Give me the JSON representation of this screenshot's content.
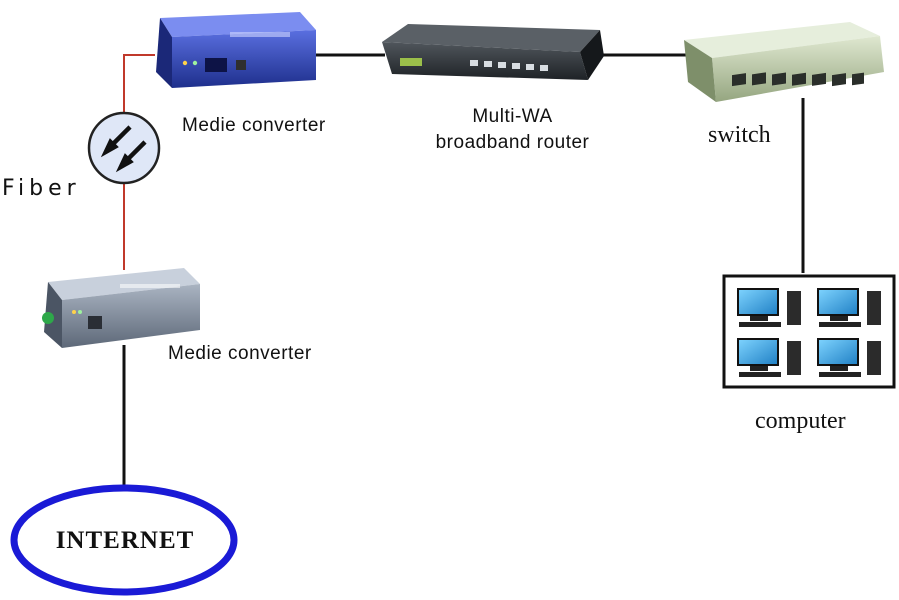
{
  "labels": {
    "fiber": "Fiber",
    "media_converter_top": "Medie converter",
    "media_converter_bottom": "Medie converter",
    "router_line1": "Multi-WA",
    "router_line2": "broadband router",
    "switch": "switch",
    "computer": "computer",
    "internet": "INTERNET"
  },
  "colors": {
    "fiber_link": "#c0392b",
    "copper_link": "#111111",
    "internet_ring": "#1a1ad6",
    "converter_top": "#2a3fa8",
    "converter_bottom": "#6d7a8c",
    "router": "#2b2f33",
    "switch": "#bfd0a8",
    "computer_panel": "#ffffff"
  },
  "icons": [
    "fiber-coupler-icon",
    "media-converter-icon",
    "router-icon",
    "switch-icon",
    "computer-icon"
  ]
}
